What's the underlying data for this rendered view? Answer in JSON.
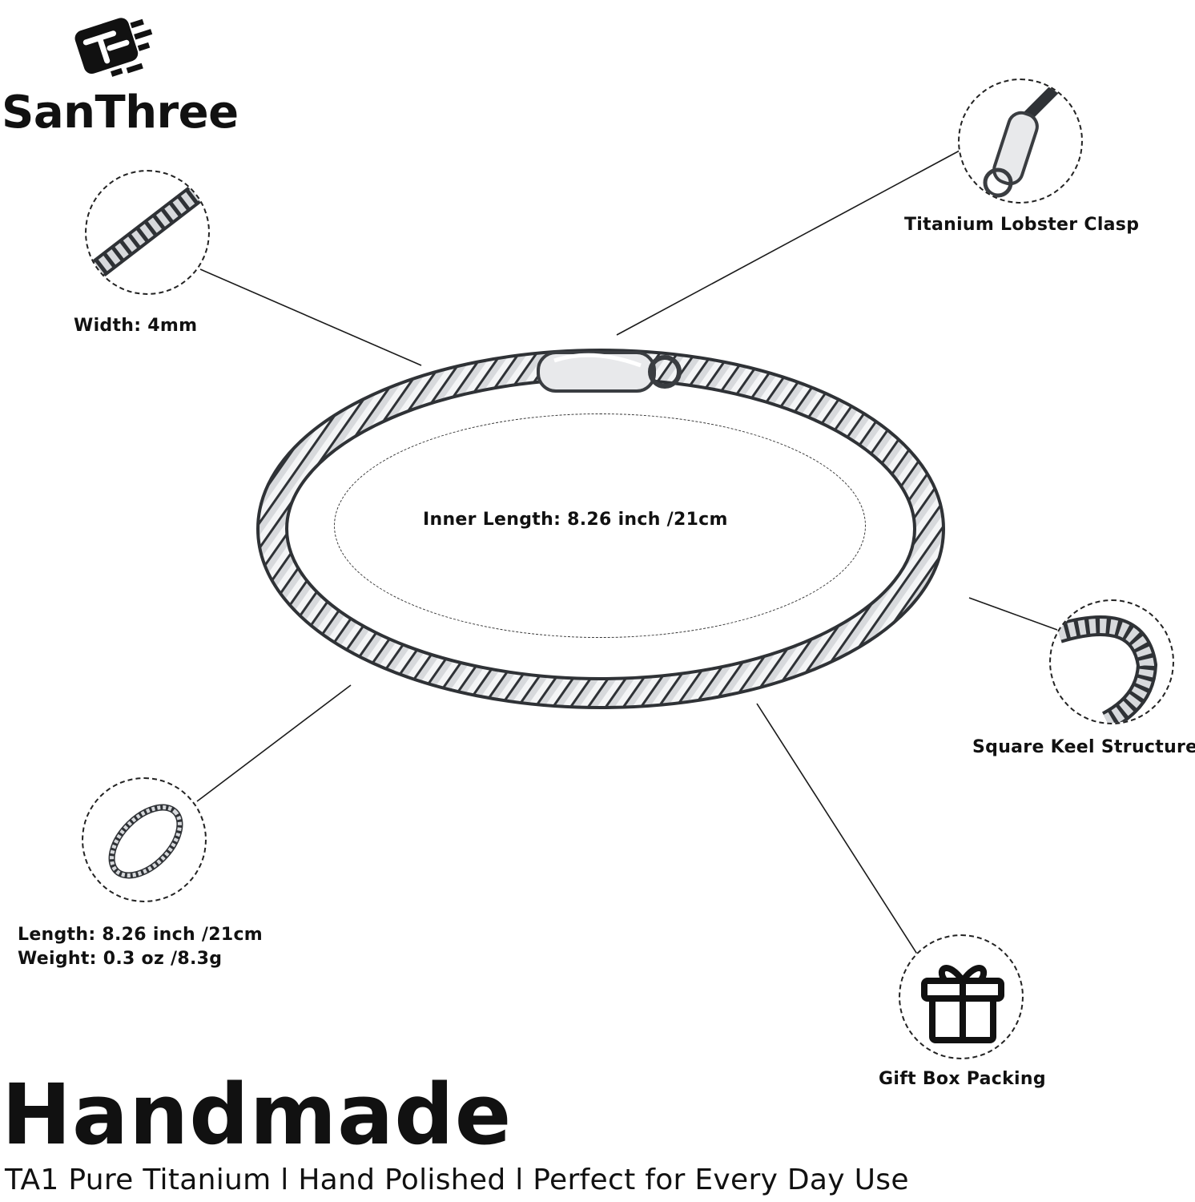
{
  "brand": {
    "name": "SanThree",
    "logo_icon": "santhree-logo-icon"
  },
  "center": {
    "inner_length": "Inner Length: 8.26 inch /21cm"
  },
  "features": {
    "width": "Width: 4mm",
    "clasp": "Titanium Lobster Clasp",
    "structure": "Square Keel Structure",
    "length": "Length: 8.26 inch /21cm",
    "weight": "Weight: 0.3 oz /8.3g",
    "gift": "Gift Box Packing"
  },
  "headline": "Handmade",
  "tagline": "TA1 Pure Titanium l Hand Polished l Perfect for Every Day Use",
  "icons": {
    "gift": "gift-box-icon",
    "chain": "chain-bracelet-icon",
    "clasp": "lobster-clasp-icon"
  },
  "colors": {
    "text": "#111111",
    "metal": "#b9bcc0",
    "metal_dark": "#2f3236"
  }
}
